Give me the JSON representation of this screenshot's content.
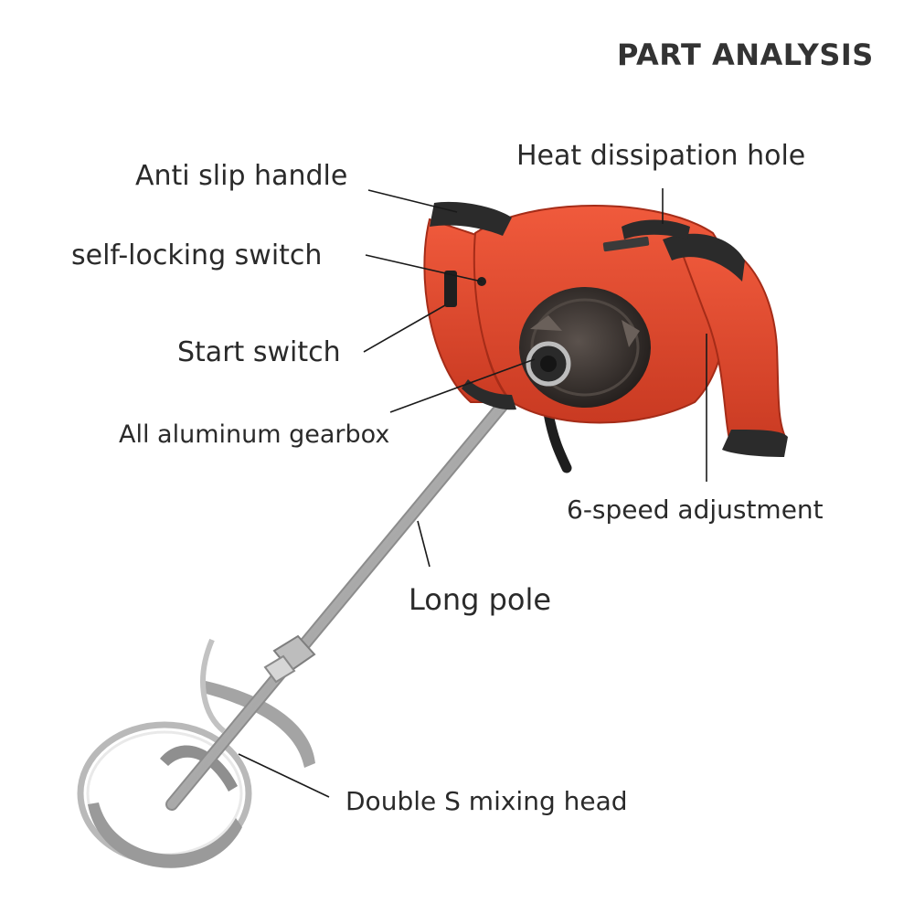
{
  "title": "PART ANALYSIS",
  "labels": {
    "heat_dissipation": "Heat dissipation hole",
    "anti_slip_handle": "Anti slip handle",
    "self_locking_switch": "self-locking switch",
    "start_switch": "Start switch",
    "gearbox": "All aluminum gearbox",
    "speed_adjustment": "6-speed adjustment",
    "long_pole": "Long pole",
    "mixing_head": "Double S mixing head"
  },
  "colors": {
    "body": "#e8442c",
    "body_dark": "#b8321f",
    "grip": "#2b2b2b",
    "gearbox": "#3a3330",
    "metal": "#c8c8c8",
    "leader": "#1a1a1a"
  }
}
